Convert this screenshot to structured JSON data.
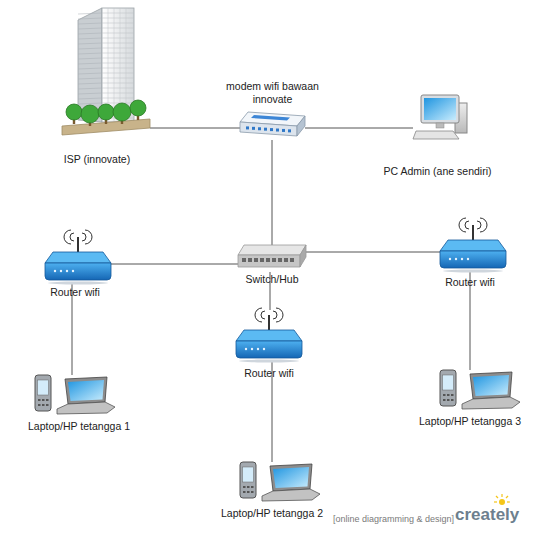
{
  "diagram": {
    "nodes": [
      {
        "text": [
          "ISP (innovate)"
        ]
      },
      {
        "text": [
          "modem wifi bawaan innovate"
        ]
      },
      {
        "text": [
          "PC Admin (ane sendiri)"
        ]
      },
      {
        "text": [
          "Router wifi"
        ]
      },
      {
        "text": [
          "Switch/Hub"
        ]
      },
      {
        "text": [
          "Router wifi"
        ]
      },
      {
        "text": [
          "Router wifi"
        ]
      },
      {
        "text": [
          "Laptop/HP tetangga 1"
        ]
      },
      {
        "text": [
          "Laptop/HP tetangga 3"
        ]
      },
      {
        "text": [
          "Laptop/HP tetangga 2"
        ]
      }
    ],
    "edges": [
      {
        "from": 0,
        "to": 1,
        "arrow": "none"
      },
      {
        "from": 1,
        "to": 2,
        "arrow": "none"
      },
      {
        "from": 1,
        "to": 4,
        "arrow": "none"
      },
      {
        "from": 4,
        "to": 3,
        "arrow": "none"
      },
      {
        "from": 4,
        "to": 5,
        "arrow": "none"
      },
      {
        "from": 4,
        "to": 6,
        "arrow": "none"
      },
      {
        "from": 3,
        "to": 7,
        "arrow": "none"
      },
      {
        "from": 6,
        "to": 9,
        "arrow": "none"
      },
      {
        "from": 5,
        "to": 8,
        "arrow": "none"
      }
    ],
    "labels": [
      "[online diagramming & design]",
      "creately"
    ]
  }
}
